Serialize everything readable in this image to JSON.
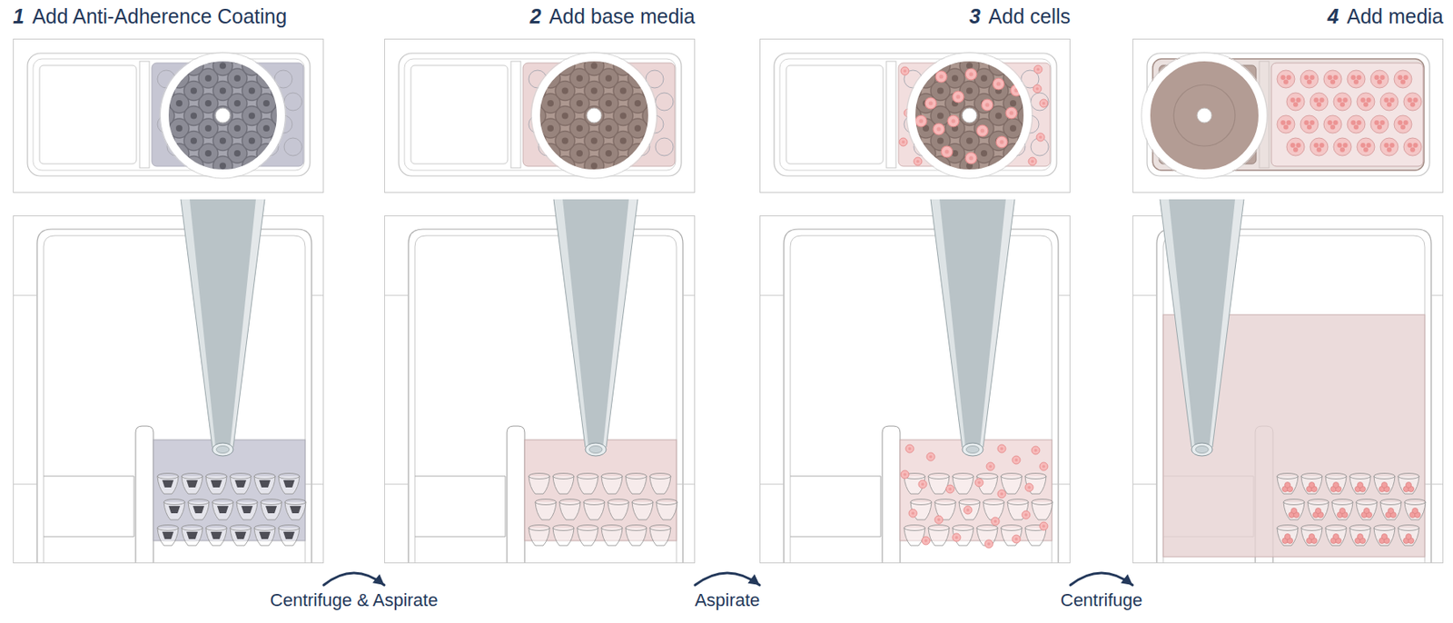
{
  "diagram": {
    "nodes": [
      {
        "text": [
          "1",
          "Add Anti-Adherence Coating"
        ]
      },
      {
        "text": [
          "2",
          "Add base media"
        ]
      },
      {
        "text": [
          "3",
          "Add cells"
        ]
      },
      {
        "text": [
          "4",
          "Add media"
        ]
      }
    ],
    "edges": [
      {
        "from": 0,
        "to": 1,
        "label": "Centrifuge & Aspirate",
        "arrow": "to"
      },
      {
        "from": 1,
        "to": 2,
        "label": "Aspirate",
        "arrow": "to"
      },
      {
        "from": 2,
        "to": 3,
        "label": "Centrifuge",
        "arrow": "to"
      }
    ]
  }
}
